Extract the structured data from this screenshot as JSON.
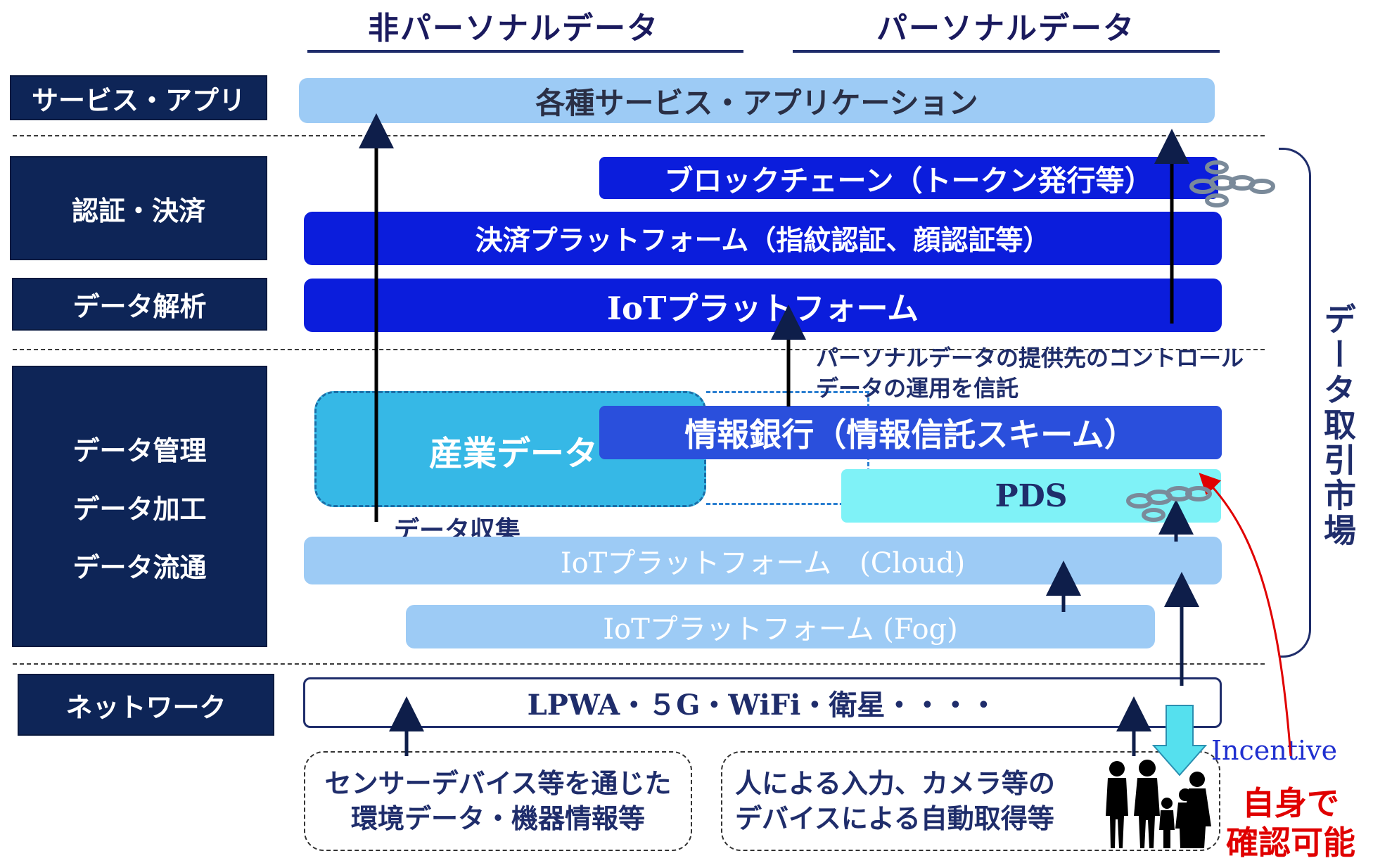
{
  "headers": {
    "nonpersonal": "非パーソナルデータ",
    "personal": "パーソナルデータ"
  },
  "layers": {
    "service": "サービス・アプリ",
    "auth_lines": [
      "認証・決済"
    ],
    "analysis": "データ解析",
    "manage_lines": [
      "データ管理",
      "データ加工",
      "データ流通"
    ],
    "network": "ネットワーク"
  },
  "bars": {
    "services": "各種サービス・アプリケーション",
    "blockchain": "ブロックチェーン（トークン発行等）",
    "payment": "決済プラットフォーム（指紋認証、顔認証等）",
    "iot_top": "IoTプラットフォーム",
    "industrial": "産業データ",
    "info_bank": "情報銀行（情報信託スキーム）",
    "pds": "PDS",
    "iot_cloud": "IoTプラットフォーム　(Cloud)",
    "iot_fog": "IoTプラットフォーム (Fog)",
    "network": "LPWA・５G・WiFi・衛星・・・・"
  },
  "notes": {
    "control": "パーソナルデータの提供先のコントロール",
    "trust": "データの運用を信託",
    "collection": "データ収集"
  },
  "sources": {
    "sensor_lines": [
      "センサーデバイス等を通じた",
      "環境データ・機器情報等"
    ],
    "human_lines": [
      "人による入力、カメラ等の",
      "デバイスによる自動取得等"
    ]
  },
  "market": "データ取引市場",
  "incentive": "Incentive",
  "self_check_lines": [
    "自身で",
    "確認可能"
  ],
  "icons": [
    "chain-icon",
    "people-silhouette-icon"
  ],
  "colors": {
    "navy": "#0e2557",
    "light_blue": "#9dcbf5",
    "dark_blue": "#0b1ddc",
    "royal_blue": "#2a4fdc",
    "cyan": "#36b8e6",
    "pale_cyan": "#7ff2f7",
    "red": "#e00000"
  }
}
